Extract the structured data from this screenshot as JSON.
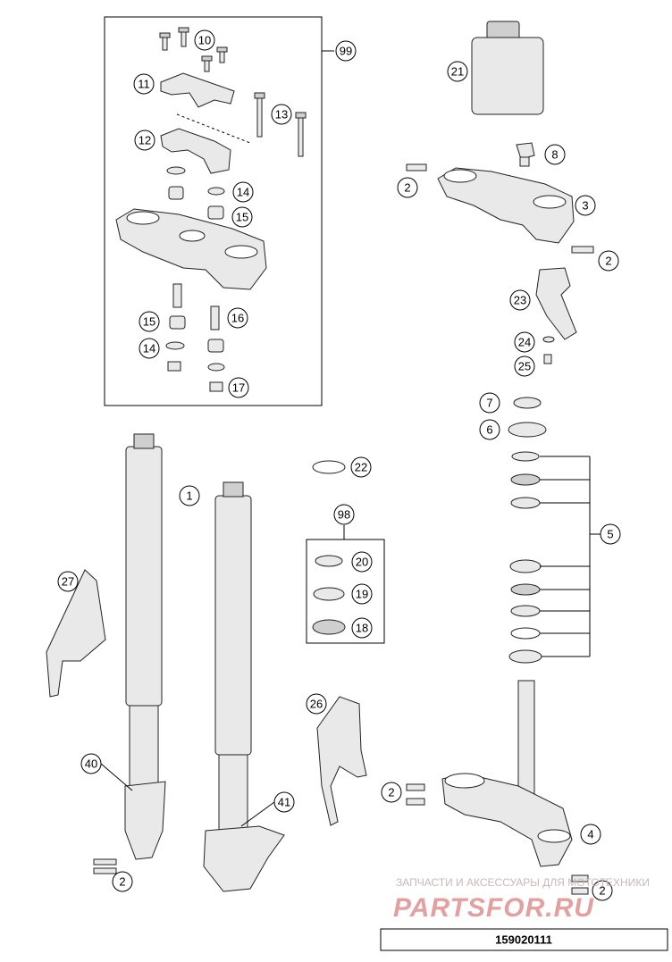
{
  "callouts": {
    "c1": "1",
    "c2a": "2",
    "c2b": "2",
    "c2c": "2",
    "c2d": "2",
    "c2e": "2",
    "c3": "3",
    "c4": "4",
    "c5": "5",
    "c6": "6",
    "c7": "7",
    "c8": "8",
    "c10": "10",
    "c11": "11",
    "c12": "12",
    "c13": "13",
    "c14a": "14",
    "c14b": "14",
    "c15a": "15",
    "c15b": "15",
    "c16": "16",
    "c17": "17",
    "c18": "18",
    "c19": "19",
    "c20": "20",
    "c21": "21",
    "c22": "22",
    "c23": "23",
    "c24": "24",
    "c25": "25",
    "c26": "26",
    "c27": "27",
    "c40": "40",
    "c41": "41",
    "c98": "98",
    "c99": "99"
  },
  "watermark": {
    "top": "ЗАПЧАСТИ И АКСЕССУАРЫ ДЛЯ МОТОТЕХНИКИ",
    "brand": "PARTSFOR.RU"
  },
  "document_number": "159020111"
}
